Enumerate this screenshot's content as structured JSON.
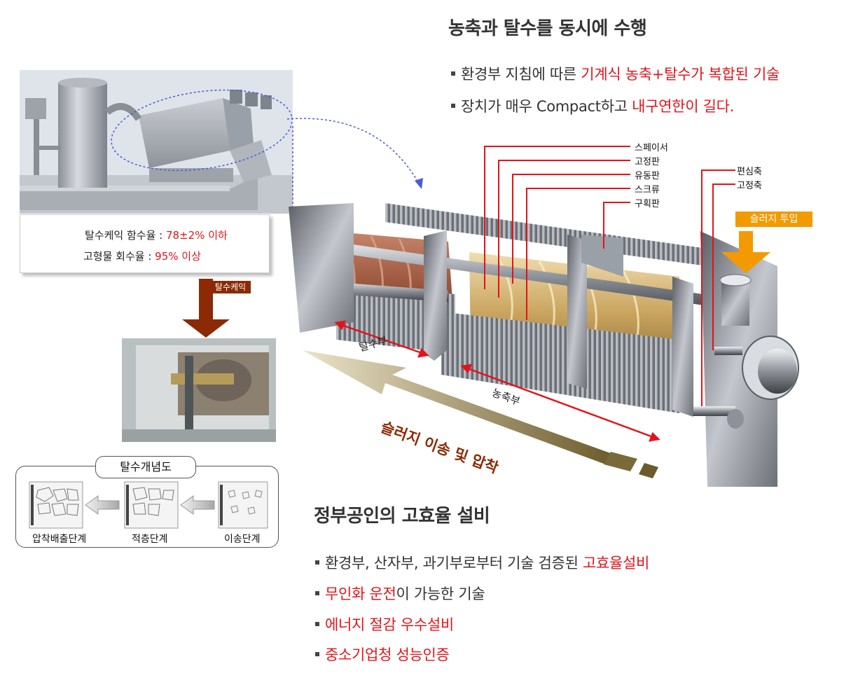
{
  "section1": {
    "heading": "농축과 탈수를 동시에 수행",
    "bullets": [
      {
        "normal": "환경부 지침에 따른 ",
        "highlight": "기계식 농축+탈수가 복합된 기술",
        "tail": ""
      },
      {
        "normal": "장치가 매우 Compact하고 ",
        "highlight": "내구연한이 길다.",
        "tail": ""
      }
    ]
  },
  "spec_box": {
    "line1_label": "탈수케익 함수율 : ",
    "line1_value": "78±2% 이하",
    "line2_label": "고형물 회수율 : ",
    "line2_value": "95% 이상"
  },
  "cake_tag": "탈수케익",
  "concept": {
    "title": "탈수개념도",
    "stages": [
      "압착배출단계",
      "적층단계",
      "이송단계"
    ]
  },
  "diagram": {
    "part_labels": [
      "스페이서",
      "고정판",
      "유동판",
      "스크류",
      "구획판"
    ],
    "shaft_labels": [
      "편심축",
      "고정축"
    ],
    "sludge_input": "슬러지 투입",
    "zone_dewater": "탈수부",
    "zone_thicken": "농축부",
    "transport": "슬러지 이송 및 압착"
  },
  "section2": {
    "heading": "정부공인의 고효율 설비",
    "bullets": [
      {
        "normal": "환경부, 산자부, 과기부로부터 기술 검증된 ",
        "highlight": "고효율설비",
        "tail": ""
      },
      {
        "normal": "",
        "highlight": "무인화 운전",
        "tail": "이 가능한 기술"
      },
      {
        "normal": "",
        "highlight": "에너지 절감 우수설비",
        "tail": ""
      },
      {
        "normal": "",
        "highlight": "중소기업청 성능인증",
        "tail": ""
      }
    ]
  },
  "colors": {
    "accent_red": "#e2141b",
    "tag_brown": "#8b2a04",
    "input_orange": "#f29a00",
    "zone_red": "#e2141b"
  }
}
